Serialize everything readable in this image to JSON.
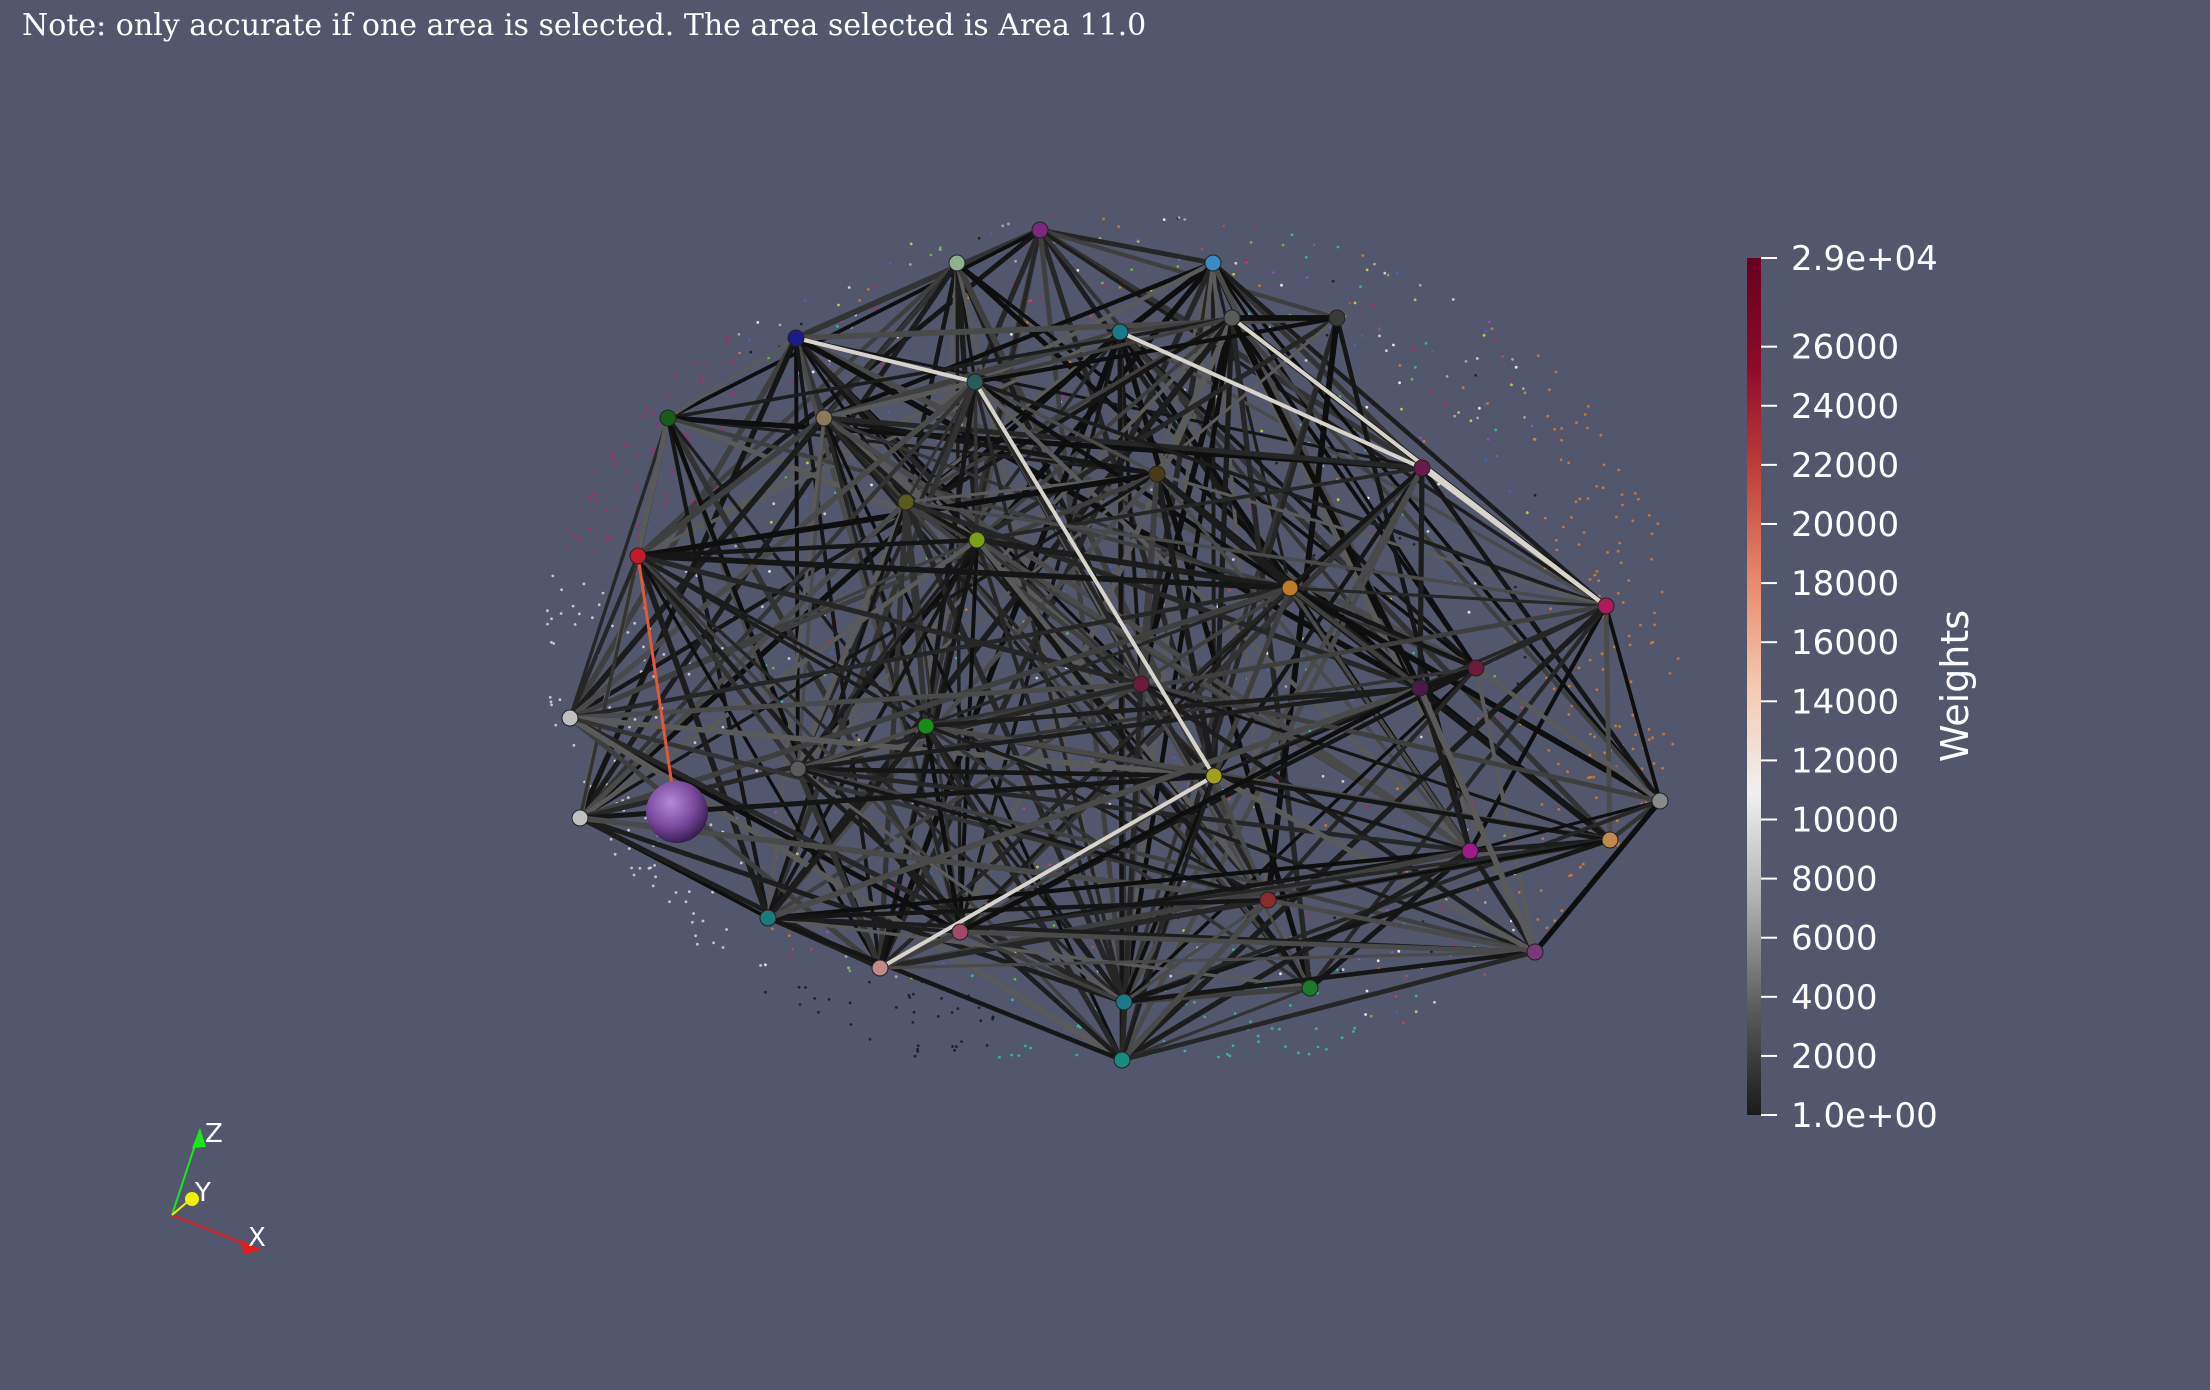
{
  "note": "Note: only accurate if one area is selected. The area selected is Area 11.0",
  "colorbar": {
    "title": "Weights",
    "ticks": [
      "2.9e+04",
      "26000",
      "24000",
      "22000",
      "20000",
      "18000",
      "16000",
      "14000",
      "12000",
      "10000",
      "8000",
      "6000",
      "4000",
      "2000",
      "1.0e+00"
    ],
    "tick_values": [
      29000,
      26000,
      24000,
      22000,
      20000,
      18000,
      16000,
      14000,
      12000,
      10000,
      8000,
      6000,
      4000,
      2000,
      1
    ],
    "min": 1,
    "max": 29000,
    "colormap": [
      "#1a1a1a",
      "#5c5c5c",
      "#b0b0b0",
      "#f0f0f0",
      "#f5c9b0",
      "#e8896a",
      "#c0403a",
      "#8c0a2a",
      "#67001f"
    ]
  },
  "orientation_axes": {
    "x_label": "X",
    "y_label": "Y",
    "z_label": "Z",
    "x_color": "#e61a1a",
    "y_color": "#f0f000",
    "z_color": "#1ae61a"
  },
  "selected_area": {
    "label": "Area 11.0",
    "color": "#7b4a9e"
  },
  "background_color": "#52576e"
}
